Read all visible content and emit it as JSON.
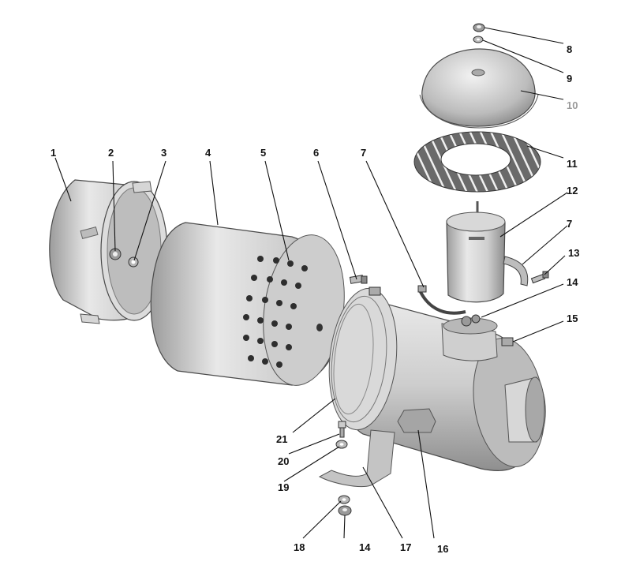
{
  "callouts": [
    {
      "id": "1",
      "label": "1"
    },
    {
      "id": "2",
      "label": "2"
    },
    {
      "id": "3",
      "label": "3"
    },
    {
      "id": "4",
      "label": "4"
    },
    {
      "id": "5",
      "label": "5"
    },
    {
      "id": "6",
      "label": "6"
    },
    {
      "id": "7a",
      "label": "7"
    },
    {
      "id": "7b",
      "label": "7"
    },
    {
      "id": "8",
      "label": "8"
    },
    {
      "id": "9",
      "label": "9"
    },
    {
      "id": "10",
      "label": "10"
    },
    {
      "id": "11",
      "label": "11"
    },
    {
      "id": "12",
      "label": "12"
    },
    {
      "id": "13",
      "label": "13"
    },
    {
      "id": "14a",
      "label": "14"
    },
    {
      "id": "14b",
      "label": "14"
    },
    {
      "id": "15",
      "label": "15"
    },
    {
      "id": "16",
      "label": "16"
    },
    {
      "id": "17",
      "label": "17"
    },
    {
      "id": "18",
      "label": "18"
    },
    {
      "id": "19",
      "label": "19"
    },
    {
      "id": "20",
      "label": "20"
    },
    {
      "id": "21",
      "label": "21"
    }
  ],
  "colors": {
    "background": "#ffffff",
    "metal_light": "#e6e6e6",
    "metal_mid": "#c8c8c8",
    "metal_dark": "#8a8a8a",
    "line": "#111111",
    "muted_label": "#9a9a9a"
  }
}
